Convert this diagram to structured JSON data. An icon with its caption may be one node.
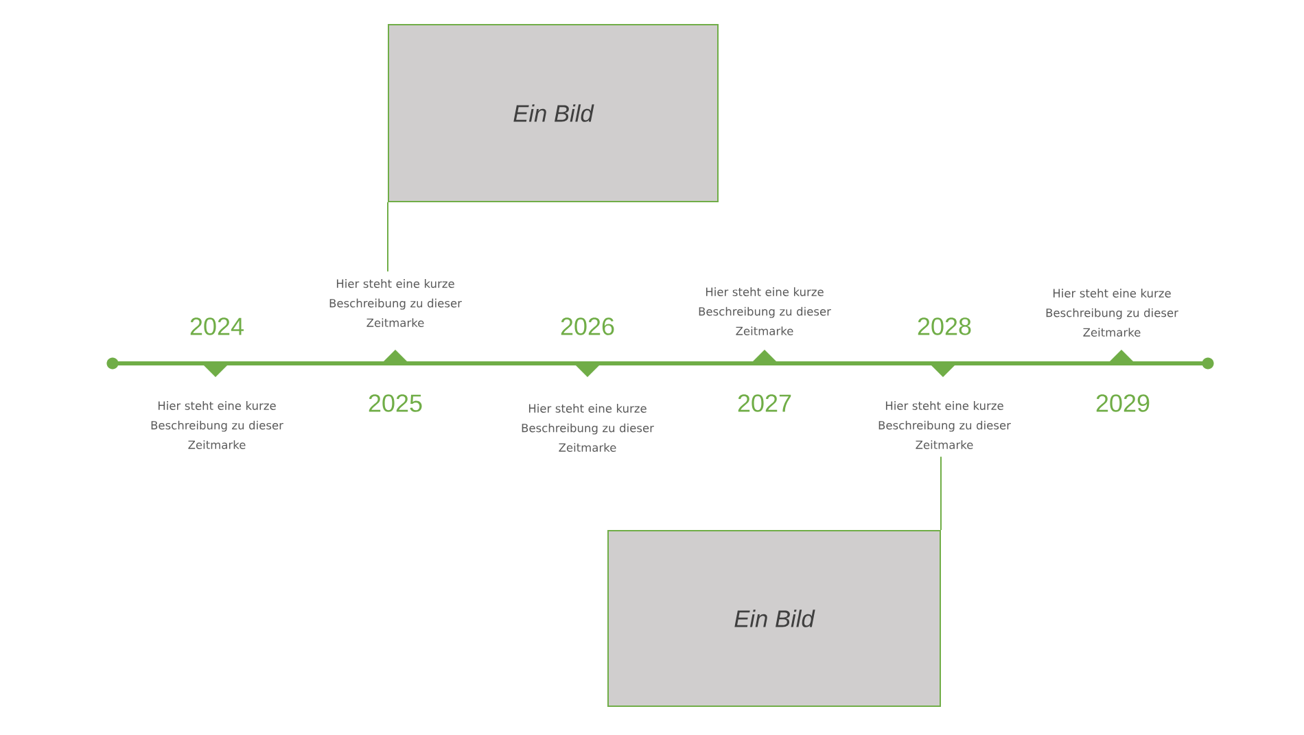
{
  "diagram": {
    "nodes": [
      {
        "text": [
          "Ein Bild"
        ]
      },
      {
        "text": [
          "Hier steht eine kurze Beschreibung zu dieser Zeitmarke"
        ]
      },
      {
        "text": [
          "Hier steht eine kurze Beschreibung zu dieser Zeitmarke"
        ]
      },
      {
        "text": [
          "Ein Bild"
        ]
      }
    ],
    "edges": [
      {
        "from": 0,
        "to": 1,
        "arrow": "none"
      },
      {
        "from": 2,
        "to": 3,
        "arrow": "none"
      }
    ],
    "labels": [
      "2024",
      "Hier steht eine kurze Beschreibung zu dieser Zeitmarke",
      "2025",
      "2026",
      "Hier steht eine kurze Beschreibung zu dieser Zeitmarke",
      "Hier steht eine kurze Beschreibung zu dieser Zeitmarke",
      "2027",
      "2028",
      "Hier steht eine kurze Beschreibung zu dieser Zeitmarke",
      "2029"
    ]
  }
}
